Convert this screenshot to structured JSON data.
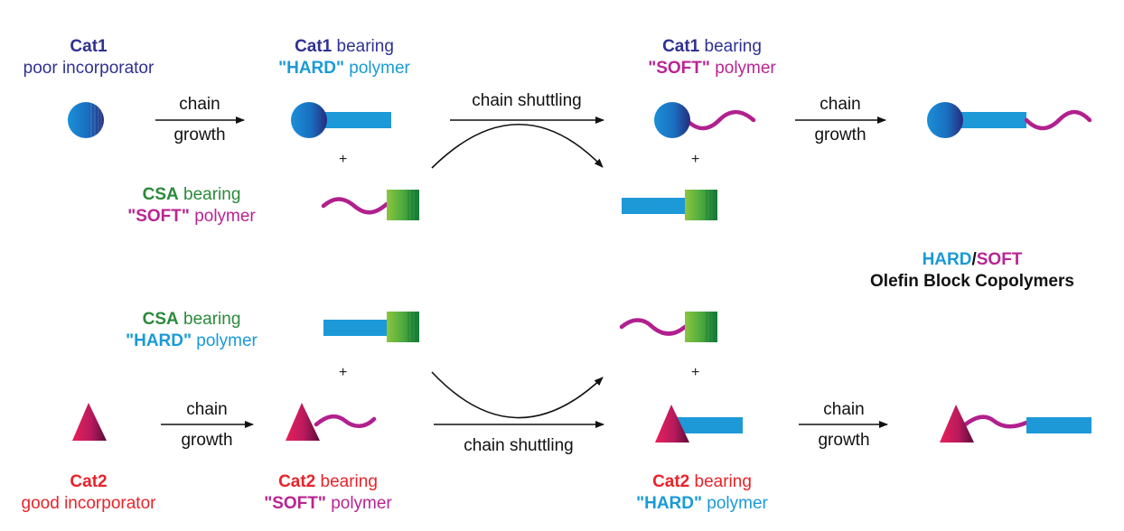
{
  "colors": {
    "cat1": "#2f3192",
    "cat2": "#e8232a",
    "csa": "#2a8a3a",
    "hard": "#1a9ad6",
    "soft": "#b82592",
    "text": "#111111"
  },
  "top": {
    "cat1_title": "Cat1",
    "cat1_desc": "poor incorporator",
    "cat1_hard_name": "Cat1",
    "cat1_hard_bearing": "bearing",
    "cat1_hard_word": "\"HARD\"",
    "cat1_hard_polymer": "polymer",
    "cat1_soft_name": "Cat1",
    "cat1_soft_bearing": "bearing",
    "cat1_soft_word": "\"SOFT\"",
    "cat1_soft_polymer": "polymer",
    "growth1_top": "chain",
    "growth1_bottom": "growth",
    "shuttling": "chain shuttling",
    "growth2_top": "chain",
    "growth2_bottom": "growth",
    "csa_name": "CSA",
    "csa_bearing": "bearing",
    "csa_word": "\"SOFT\"",
    "csa_polymer": "polymer",
    "plus_left": "+",
    "plus_right": "+"
  },
  "product": {
    "hard": "HARD",
    "slash": "/",
    "soft": "SOFT",
    "line2": "Olefin Block Copolymers"
  },
  "bottom": {
    "csa_name": "CSA",
    "csa_bearing": "bearing",
    "csa_word": "\"HARD\"",
    "csa_polymer": "polymer",
    "cat2_title": "Cat2",
    "cat2_desc": "good incorporator",
    "cat2_soft_name": "Cat2",
    "cat2_soft_bearing": "bearing",
    "cat2_soft_word": "\"SOFT\"",
    "cat2_soft_polymer": "polymer",
    "cat2_hard_name": "Cat2",
    "cat2_hard_bearing": "bearing",
    "cat2_hard_word": "\"HARD\"",
    "cat2_hard_polymer": "polymer",
    "growth1_top": "chain",
    "growth1_bottom": "growth",
    "shuttling": "chain shuttling",
    "growth2_top": "chain",
    "growth2_bottom": "growth",
    "plus_left": "+",
    "plus_right": "+"
  }
}
